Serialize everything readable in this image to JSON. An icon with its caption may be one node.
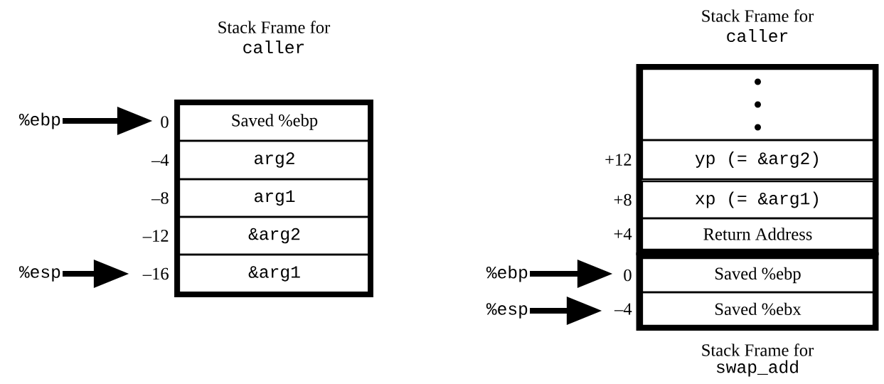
{
  "diagram": {
    "nodes": [
      {
        "text": [
          "Stack Frame for",
          "caller"
        ]
      },
      {
        "text": [
          "Saved %ebp"
        ],
        "in": 0,
        "beside": [
          "0"
        ]
      },
      {
        "text": [
          "arg2"
        ],
        "in": 0,
        "beside": [
          "–4"
        ]
      },
      {
        "text": [
          "arg1"
        ],
        "in": 0,
        "beside": [
          "–8"
        ]
      },
      {
        "text": [
          "&arg2"
        ],
        "in": 0,
        "beside": [
          "–12"
        ]
      },
      {
        "text": [
          "&arg1"
        ],
        "in": 0,
        "beside": [
          "–16"
        ]
      },
      {
        "text": [
          "Stack Frame for",
          "caller"
        ]
      },
      {
        "text": [],
        "shape": "box",
        "in": 6
      },
      {
        "text": [
          "yp (= &arg2)"
        ],
        "in": 6,
        "beside": [
          "+12"
        ]
      },
      {
        "text": [
          "xp (= &arg1)"
        ],
        "in": 6,
        "beside": [
          "+8"
        ]
      },
      {
        "text": [
          "Return Address"
        ],
        "in": 6,
        "beside": [
          "+4"
        ]
      },
      {
        "text": [
          "Stack Frame for",
          "swap_add"
        ]
      },
      {
        "text": [
          "Saved %ebp"
        ],
        "in": 11,
        "beside": [
          "0"
        ]
      },
      {
        "text": [
          "Saved %ebx"
        ],
        "in": 11,
        "beside": [
          "–4"
        ]
      },
      {
        "text": [
          "%ebp"
        ]
      },
      {
        "text": [
          "%esp"
        ]
      },
      {
        "text": [
          "%ebp"
        ]
      },
      {
        "text": [
          "%esp"
        ]
      }
    ],
    "edges": [
      {
        "from": 14,
        "to": 1,
        "arrow": "to"
      },
      {
        "from": 15,
        "to": 5,
        "arrow": "to"
      },
      {
        "from": 16,
        "to": 12,
        "arrow": "to"
      },
      {
        "from": 17,
        "to": 13,
        "arrow": "to"
      }
    ]
  }
}
